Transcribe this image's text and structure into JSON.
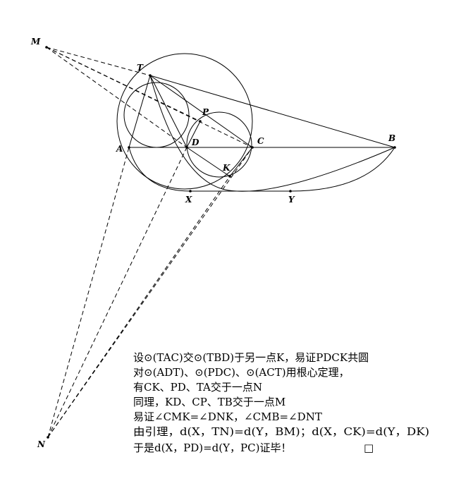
{
  "points": {
    "M": "M",
    "T": "T",
    "P": "P",
    "A": "A",
    "D": "D",
    "C": "C",
    "B": "B",
    "K": "K",
    "X": "X",
    "Y": "Y",
    "N": "N"
  },
  "proof": [
    "设⊙(TAC)交⊙(TBD)于另一点K，易证PDCK共圆",
    "对⊙(ADT)、⊙(PDC)、⊙(ACT)用根心定理，",
    "有CK、PD、TA交于一点N",
    "同理，KD、CP、TB交于一点M",
    "易证∠CMK=∠DNK，∠CMB=∠DNT",
    "由引理，d(X，TN)=d(Y，BM)；d(X，CK)=d(Y，DK)",
    "于是d(X，PD)=d(Y，PC)证毕！"
  ],
  "qed": "□"
}
